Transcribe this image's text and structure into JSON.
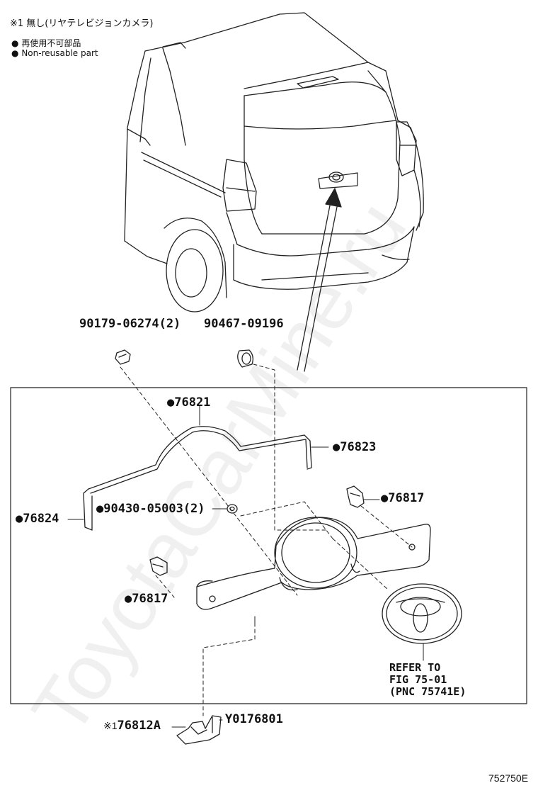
{
  "header": {
    "note": "※1 無し(リヤテレビジョンカメラ)",
    "legend_jp": "再使用不可部品",
    "legend_en": "Non-reusable part",
    "bullet": "●"
  },
  "watermark": "ToyotaCarMine.ru",
  "parts": {
    "p_90179": "90179-06274(2)",
    "p_90467": "90467-09196",
    "p_76821": "●76821",
    "p_76823": "●76823",
    "p_76824": "●76824",
    "p_90430": "●90430-05003(2)",
    "p_76817_right": "●76817",
    "p_76817_left": "●76817",
    "p_76812a_mark": "※1",
    "p_76812a": "76812A",
    "p_y0176801": "Y0176801"
  },
  "reference": {
    "line1": "REFER TO",
    "line2": "FIG 75-01",
    "line3": "(PNC 75741E)"
  },
  "figure_id": "752750E"
}
